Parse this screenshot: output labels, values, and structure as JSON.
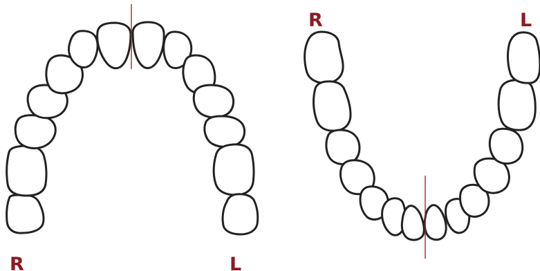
{
  "colors": {
    "label": "#8b1a24",
    "midline": "#a8232e",
    "outline": "#222222"
  },
  "upper_arch": {
    "right_label": "R",
    "left_label": "L",
    "tooth_count": 14
  },
  "lower_arch": {
    "right_label": "R",
    "left_label": "L",
    "tooth_count": 14
  }
}
